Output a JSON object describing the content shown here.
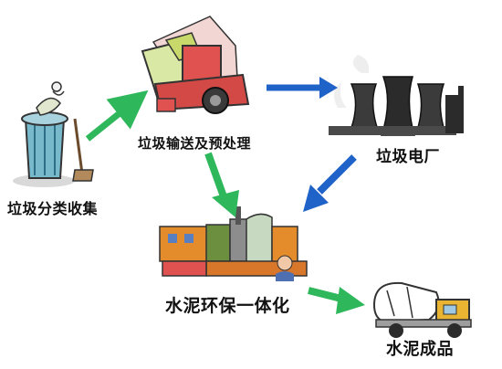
{
  "labels": {
    "sorting": "垃圾分类收集",
    "transport": "垃圾输送及预处理",
    "power_plant": "垃圾电厂",
    "cement_integration": "水泥环保一体化",
    "cement_product": "水泥成品"
  },
  "colors": {
    "green_arrow": "#2fb85b",
    "blue_arrow": "#1f63c8",
    "bin": "#78b9cc",
    "truck_body": "#e0524f",
    "tower": "#2b2b2b",
    "factory_orange": "#e48b2c",
    "mixer_yellow": "#e8b431"
  }
}
